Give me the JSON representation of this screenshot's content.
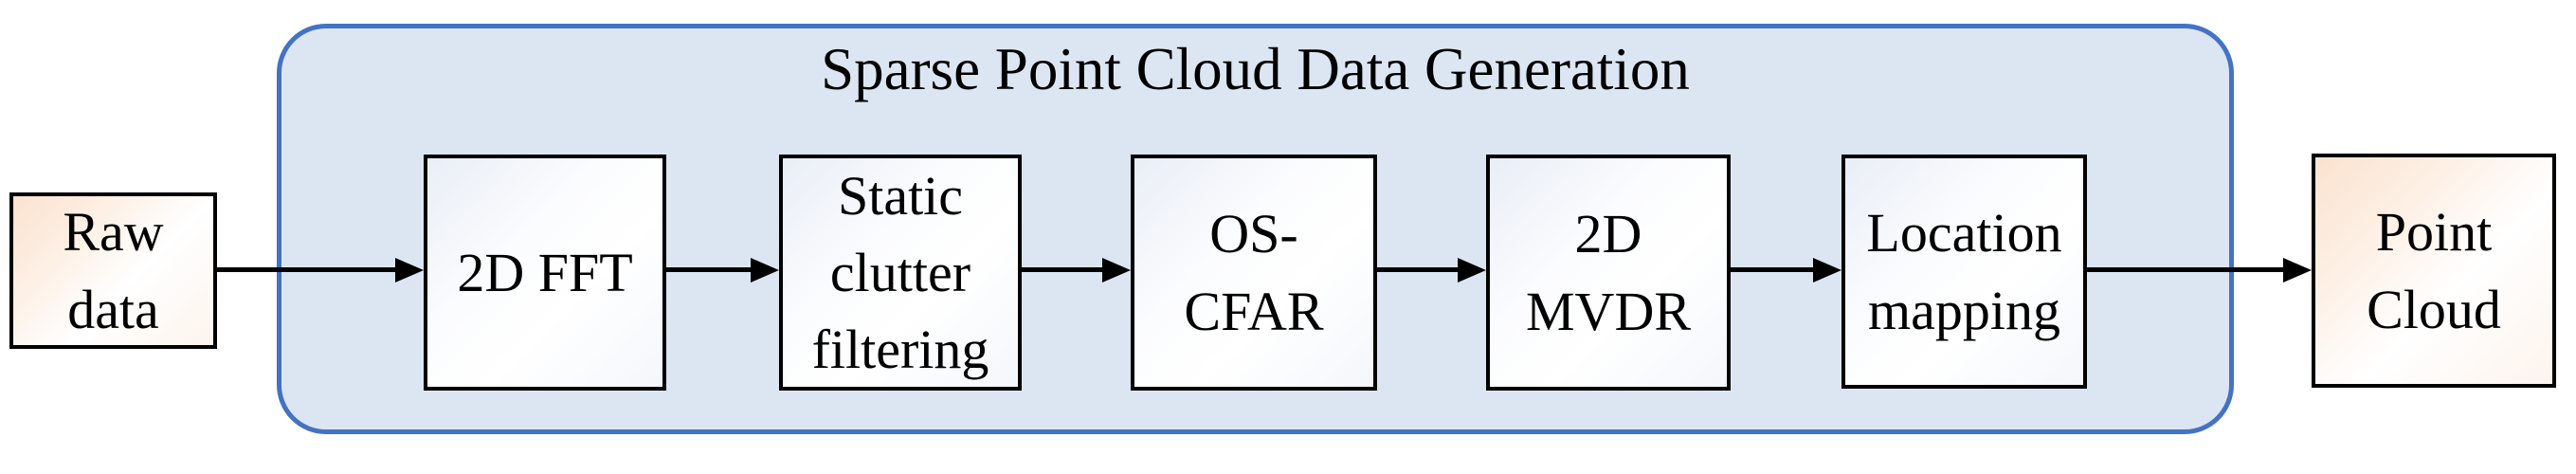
{
  "diagram": {
    "group": {
      "title": "Sparse Point Cloud Data Generation"
    },
    "nodes": [
      {
        "id": "raw-data",
        "label": "Raw\ndata",
        "inside_group": false,
        "type": "terminal"
      },
      {
        "id": "2d-fft",
        "label": "2D FFT",
        "inside_group": true,
        "type": "process"
      },
      {
        "id": "static-clutter-filtering",
        "label": "Static\nclutter\nfiltering",
        "inside_group": true,
        "type": "process"
      },
      {
        "id": "os-cfar",
        "label": "OS-\nCFAR",
        "inside_group": true,
        "type": "process"
      },
      {
        "id": "2d-mvdr",
        "label": "2D\nMVDR",
        "inside_group": true,
        "type": "process"
      },
      {
        "id": "location-mapping",
        "label": "Location\nmapping",
        "inside_group": true,
        "type": "process"
      },
      {
        "id": "point-cloud",
        "label": "Point\nCloud",
        "inside_group": false,
        "type": "terminal"
      }
    ],
    "flow_order": [
      "raw-data",
      "2d-fft",
      "static-clutter-filtering",
      "os-cfar",
      "2d-mvdr",
      "location-mapping",
      "point-cloud"
    ]
  },
  "colors": {
    "group_fill": "#dce6f3",
    "group_border": "#4472c4",
    "node_border": "#000000",
    "terminal_fill_tint": "#fbe2cf",
    "inner_fill_tint": "#e9eef6",
    "arrow": "#000000",
    "text": "#000000",
    "background": "#ffffff"
  }
}
